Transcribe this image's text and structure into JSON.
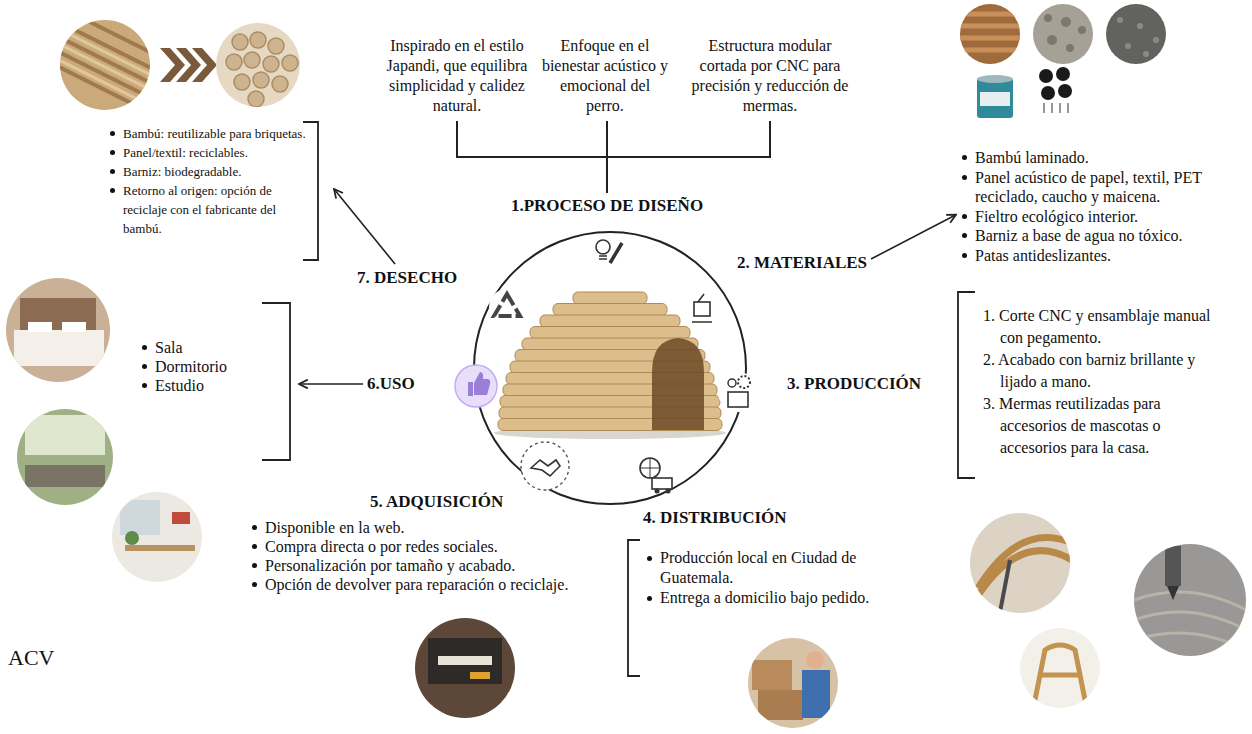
{
  "diagram": {
    "nodes": [
      {
        "text": [
          "Inspirado en el estilo Japandi, que equilibra simplicidad y calidez natural."
        ]
      },
      {
        "text": [
          "Enfoque en el bienestar acústico y emocional del perro."
        ]
      },
      {
        "text": [
          "Estructura modular cortada por CNC para precisión y reducción de mermas."
        ]
      },
      {
        "text": [
          "1.PROCESO DE DISEÑO"
        ]
      },
      {
        "text": [
          "2. MATERIALES"
        ]
      },
      {
        "text": [
          "Bambú laminado.",
          "Panel acústico de papel, textil, PET reciclado, caucho y maicena.",
          "Fieltro ecológico interior.",
          "Barniz a base de agua no tóxico.",
          "Patas antideslizantes."
        ]
      },
      {
        "text": [
          "3. PRODUCCIÓN"
        ]
      },
      {
        "text": [
          "1. Corte CNC y ensamblaje manual con pegamento.",
          "2. Acabado con barniz brillante y lijado a mano.",
          "3. Mermas reutilizadas para accesorios de mascotas o accesorios para la casa."
        ]
      },
      {
        "text": [
          "4. DISTRIBUCIÓN"
        ]
      },
      {
        "text": [
          "Producción local en Ciudad de Guatemala.",
          "Entrega a domicilio bajo pedido."
        ]
      },
      {
        "text": [
          "5. ADQUISICIÓN"
        ]
      },
      {
        "text": [
          "Disponible en la web.",
          "Compra directa o por redes sociales.",
          "Personalización por tamaño y acabado.",
          "Opción de devolver para reparación o reciclaje."
        ]
      },
      {
        "text": [
          "6.USO"
        ]
      },
      {
        "text": [
          "Sala",
          "Dormitorio",
          "Estudio"
        ]
      },
      {
        "text": [
          "7. DESECHO"
        ]
      },
      {
        "text": [
          "Bambú: reutilizable para briquetas.",
          "Panel/textil: reciclables.",
          "Barniz: biodegradable.",
          "Retorno al origen: opción de reciclaje con el fabricante del bambú."
        ]
      }
    ],
    "edges": [
      {
        "from": 0,
        "to": 3,
        "arrow": "none"
      },
      {
        "from": 1,
        "to": 3,
        "arrow": "none"
      },
      {
        "from": 2,
        "to": 3,
        "arrow": "none"
      },
      {
        "from": 4,
        "to": 5,
        "arrow": "to"
      },
      {
        "from": 12,
        "to": 13,
        "arrow": "to"
      },
      {
        "from": 14,
        "to": 15,
        "arrow": "to"
      }
    ],
    "labels": [
      "ACV"
    ]
  }
}
